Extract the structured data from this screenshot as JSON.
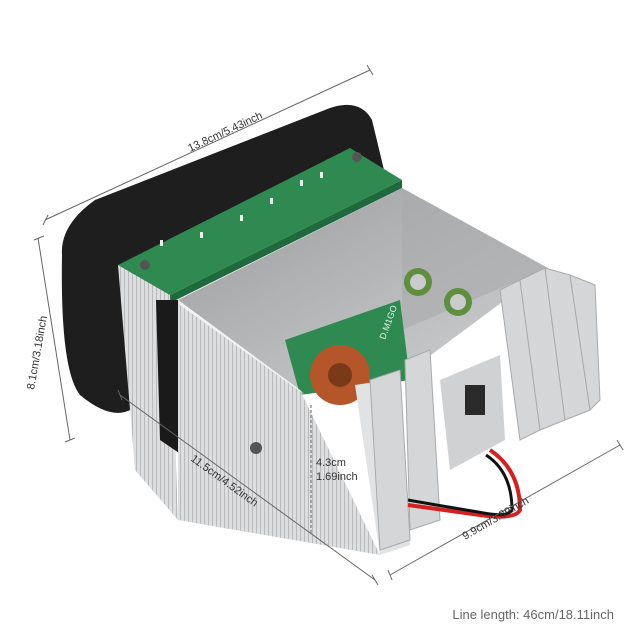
{
  "dimensions": {
    "top_width": "13.8cm/5.43inch",
    "left_height": "8.1cm/3.18inch",
    "bottom_depth": "11.5cm/4.52inch",
    "right_width": "9.9cm/3.89inch",
    "heatsink_height_cm": "4.3cm",
    "heatsink_height_in": "1.69inch"
  },
  "pcb_text": "D.M1GO",
  "footer": {
    "line_length": "Line length: 46cm/18.11inch"
  },
  "colors": {
    "panel": "#1e1e1e",
    "pcb": "#2f8a52",
    "aluminum": "#d6d8da",
    "toroid": "#b4552a",
    "capacitor": "#5f8f3c",
    "wire_red": "#d62020"
  }
}
